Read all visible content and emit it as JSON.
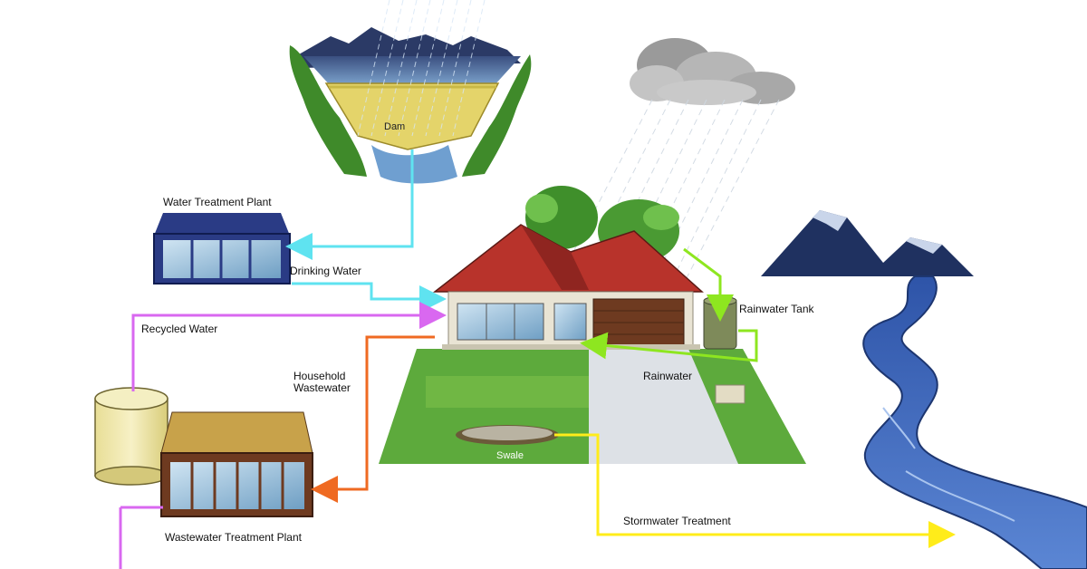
{
  "labels": {
    "dam": "Dam",
    "water_treatment_plant": "Water Treatment Plant",
    "drinking_water": "Drinking Water",
    "recycled_water": "Recycled Water",
    "household_wastewater_line1": "Household",
    "household_wastewater_line2": "Wastewater",
    "rainwater_tank": "Rainwater Tank",
    "rainwater": "Rainwater",
    "swale": "Swale",
    "stormwater_treatment": "Stormwater Treatment",
    "wastewater_treatment_plant": "Wastewater Treatment Plant"
  },
  "colors": {
    "drinking_water_flow": "#5fe3f0",
    "recycled_water_flow": "#d968f0",
    "household_wastewater_flow": "#ef6a22",
    "rainwater_flow": "#8ee620",
    "stormwater_flow": "#ffec1a",
    "river": "#3f6fc0",
    "roof": "#b8332b",
    "lawn": "#5daa3c"
  }
}
